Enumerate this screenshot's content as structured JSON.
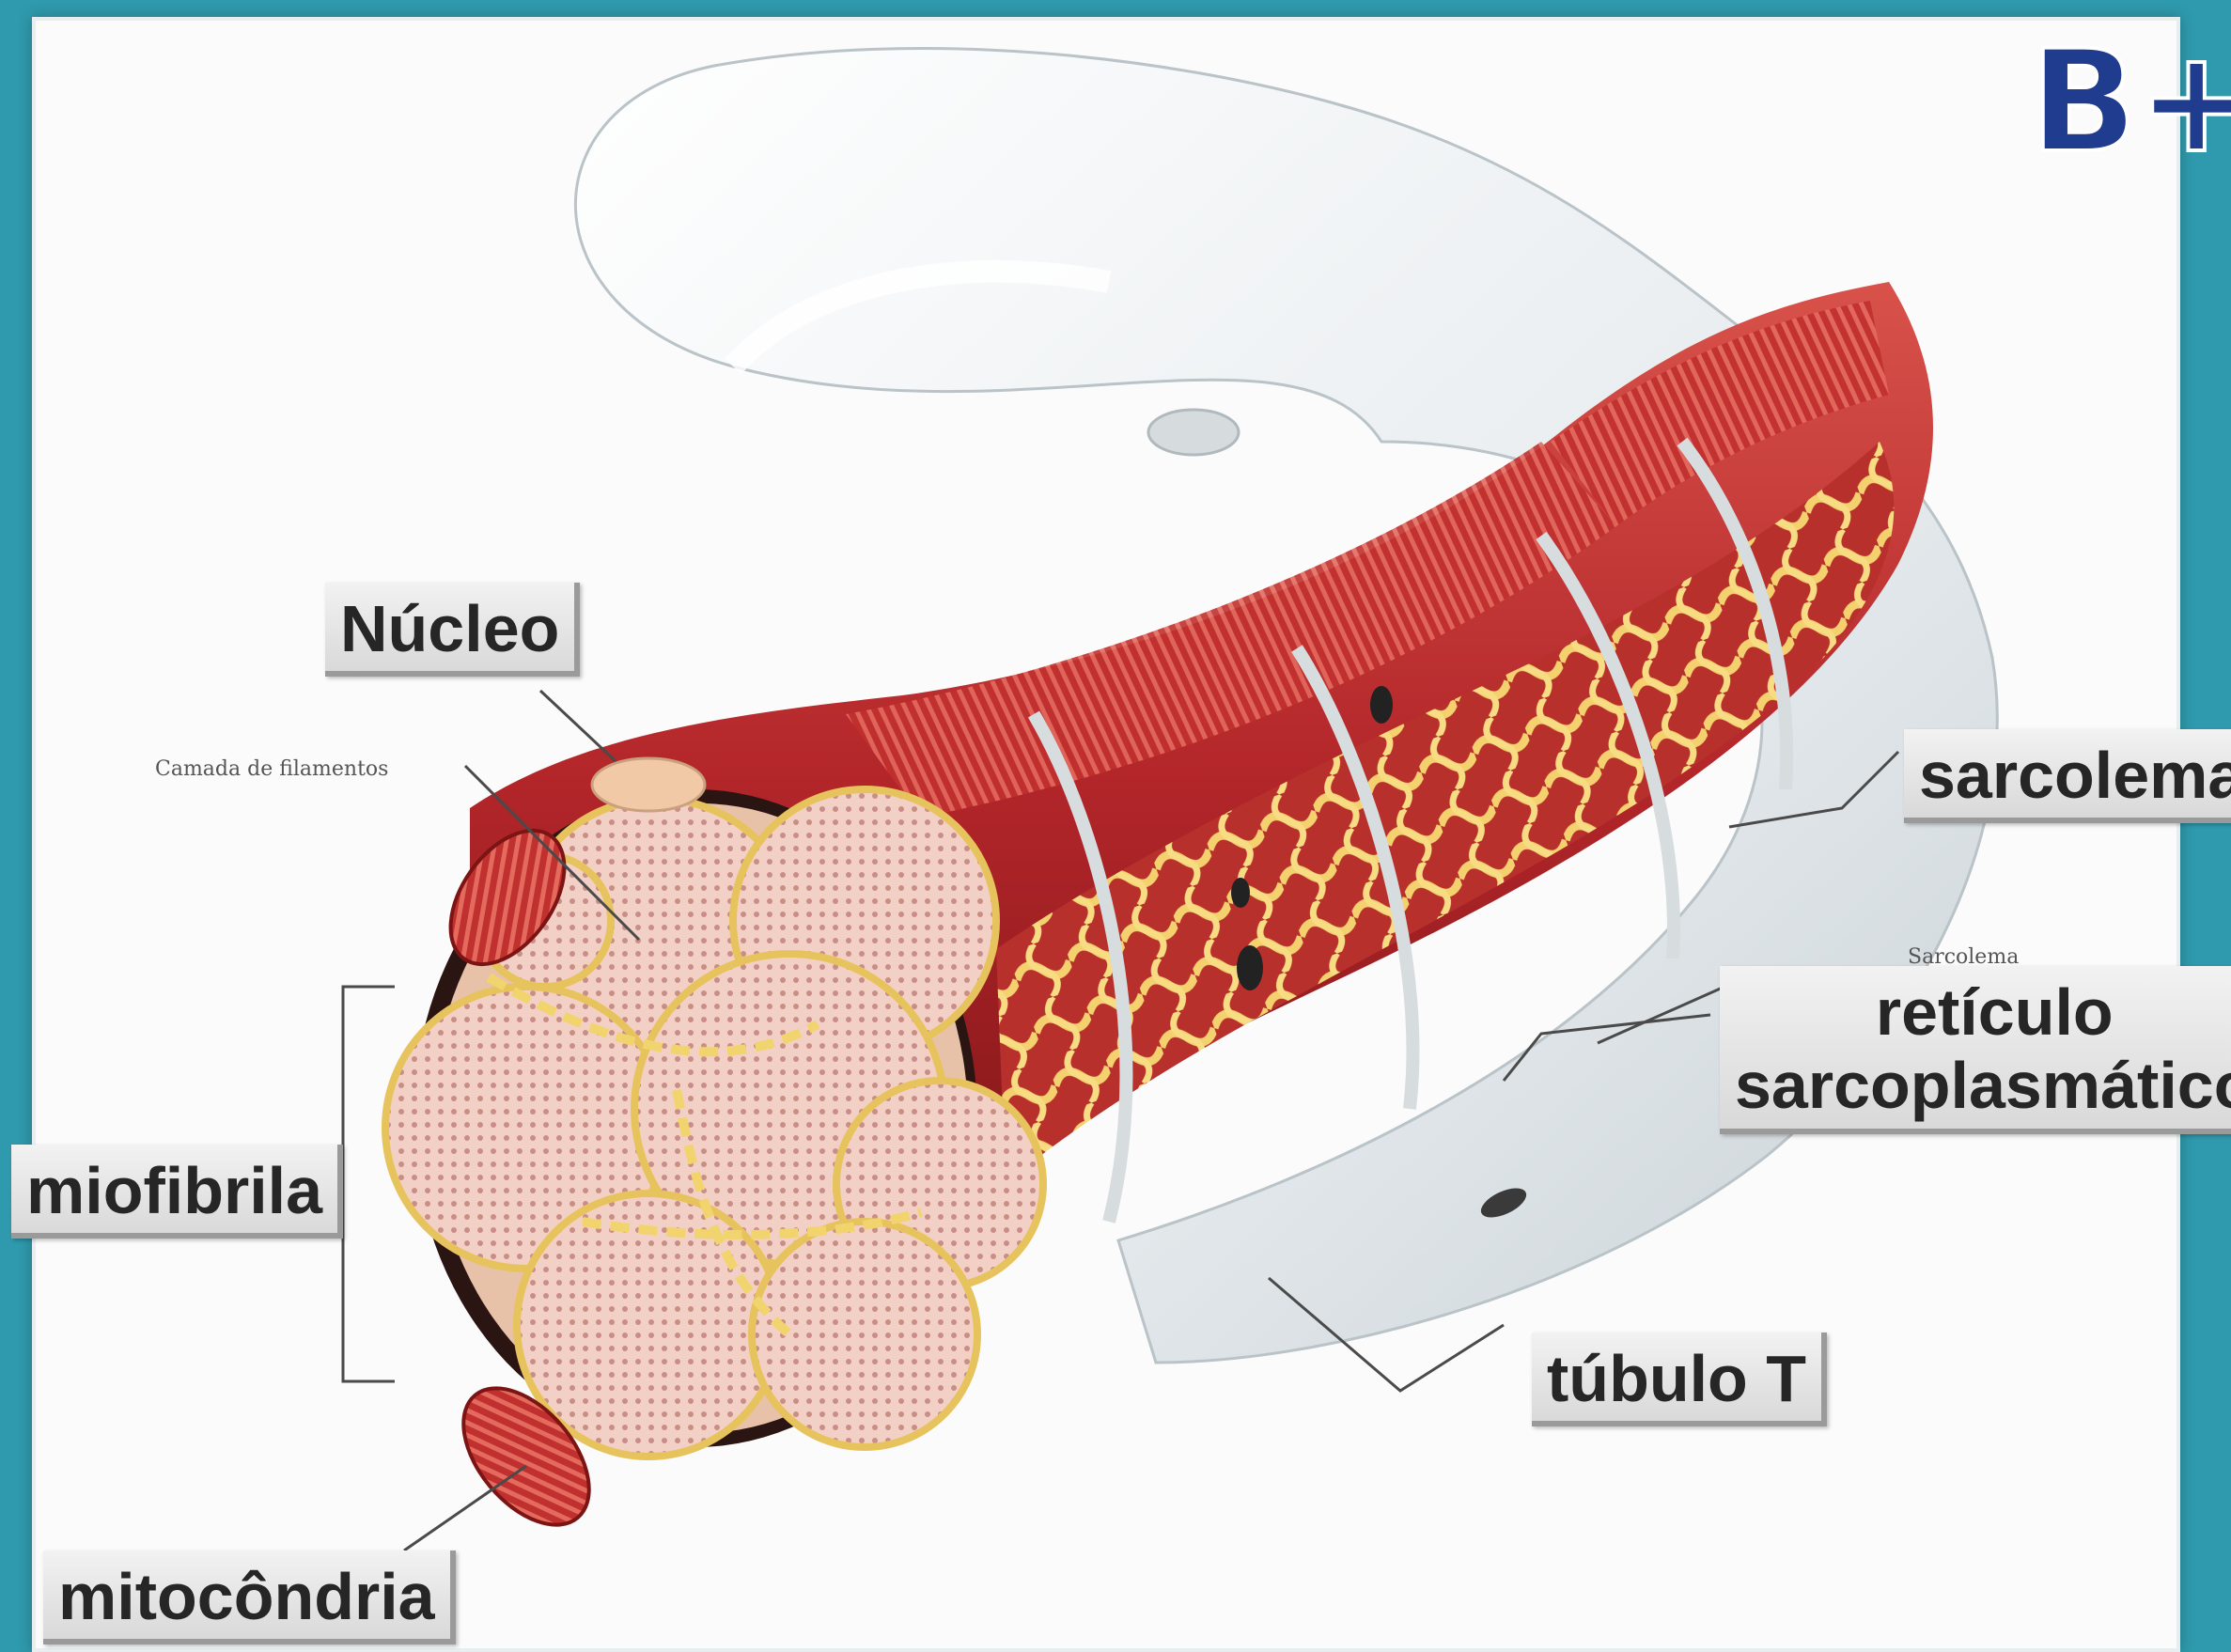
{
  "diagram": {
    "labels": {
      "nucleo": "Núcleo",
      "sarcolema": "sarcolema",
      "reticulo_line1": "retículo",
      "reticulo_line2": "sarcoplasmático",
      "miofibrila": "miofibrila",
      "tubulo": "túbulo T",
      "mitocondria": "mitocôndria"
    },
    "small_labels": {
      "filament_bundle": "Camada de filamentos",
      "sarcolemma_small": "Sarcolema"
    },
    "logo_text": "B+M",
    "colors": {
      "background_teal": "#2f9aad",
      "muscle_red": "#b3262a",
      "fibril_pink": "#f1c9bf",
      "reticulum_yellow": "#f0cf68",
      "sarcolemma_white": "#eef2f4"
    }
  }
}
